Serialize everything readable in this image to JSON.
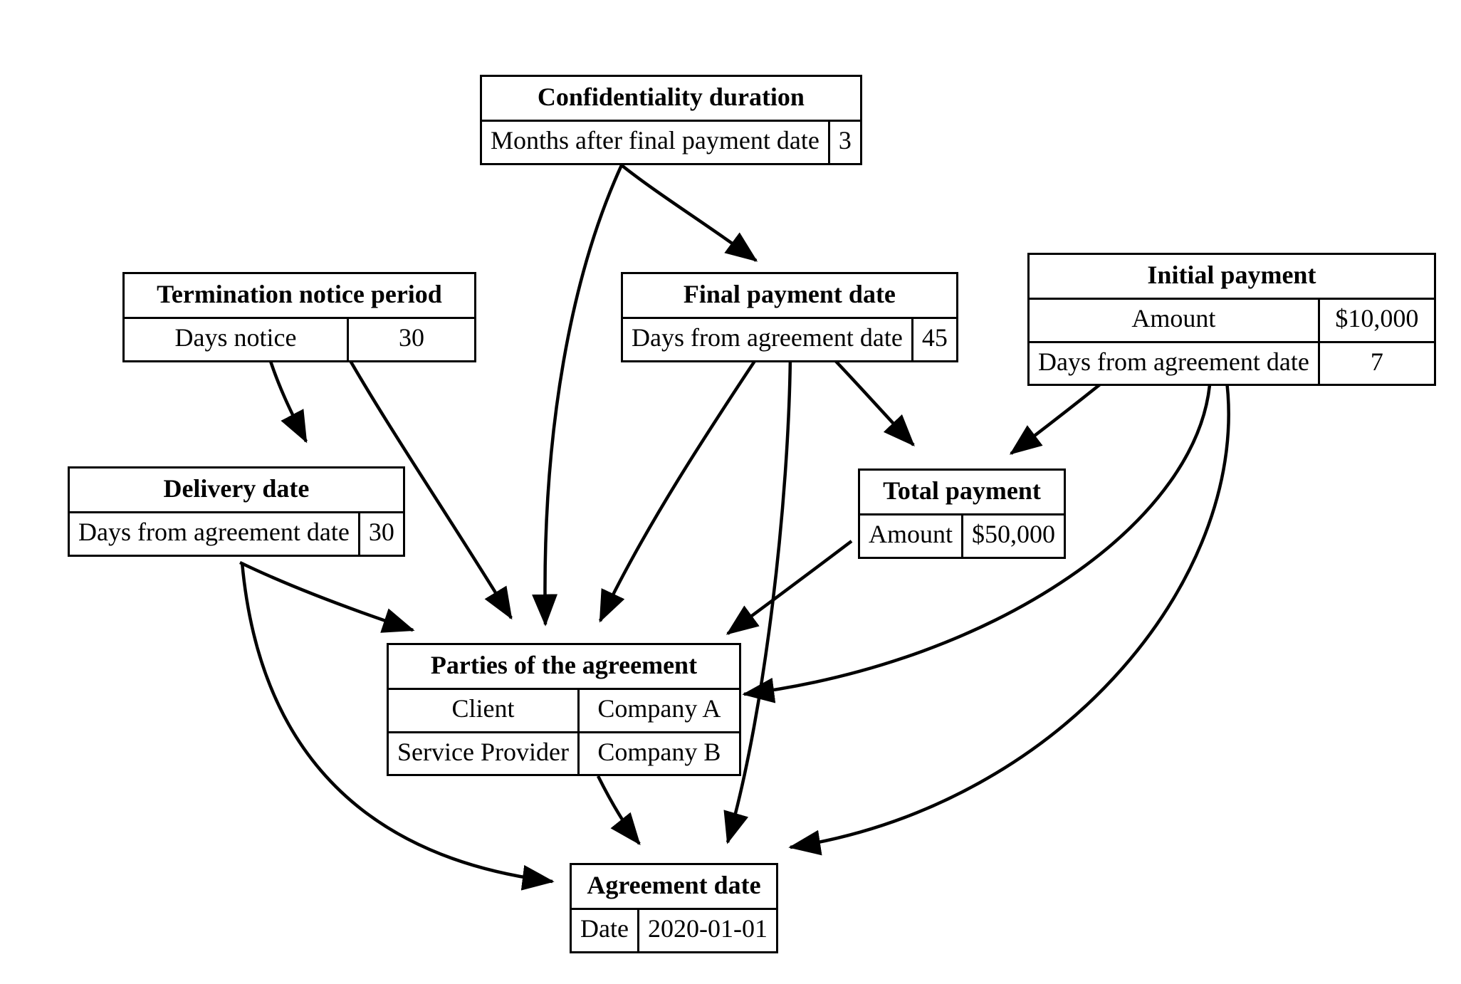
{
  "diagram": {
    "type": "entity-relationship-flow",
    "background": "#ffffff",
    "line_color": "#000000",
    "nodes": [
      {
        "id": "confidentiality_duration",
        "title": "Confidentiality duration",
        "rows": [
          {
            "key": "Months after final payment date",
            "value": "3"
          }
        ]
      },
      {
        "id": "termination_notice_period",
        "title": "Termination notice period",
        "rows": [
          {
            "key": "Days notice",
            "value": "30"
          }
        ]
      },
      {
        "id": "final_payment_date",
        "title": "Final payment date",
        "rows": [
          {
            "key": "Days from agreement date",
            "value": "45"
          }
        ]
      },
      {
        "id": "initial_payment",
        "title": "Initial payment",
        "rows": [
          {
            "key": "Amount",
            "value": "$10,000"
          },
          {
            "key": "Days from agreement date",
            "value": "7"
          }
        ]
      },
      {
        "id": "delivery_date",
        "title": "Delivery date",
        "rows": [
          {
            "key": "Days from agreement date",
            "value": "30"
          }
        ]
      },
      {
        "id": "total_payment",
        "title": "Total payment",
        "rows": [
          {
            "key": "Amount",
            "value": "$50,000"
          }
        ]
      },
      {
        "id": "parties_of_the_agreement",
        "title": "Parties of the agreement",
        "rows": [
          {
            "key": "Client",
            "value": "Company A"
          },
          {
            "key": "Service Provider",
            "value": "Company B"
          }
        ]
      },
      {
        "id": "agreement_date",
        "title": "Agreement date",
        "rows": [
          {
            "key": "Date",
            "value": "2020-01-01"
          }
        ]
      }
    ],
    "edges": [
      {
        "from": "confidentiality_duration",
        "to": "final_payment_date"
      },
      {
        "from": "confidentiality_duration",
        "to": "parties_of_the_agreement"
      },
      {
        "from": "termination_notice_period",
        "to": "delivery_date"
      },
      {
        "from": "termination_notice_period",
        "to": "parties_of_the_agreement"
      },
      {
        "from": "final_payment_date",
        "to": "parties_of_the_agreement"
      },
      {
        "from": "final_payment_date",
        "to": "total_payment"
      },
      {
        "from": "final_payment_date",
        "to": "agreement_date"
      },
      {
        "from": "initial_payment",
        "to": "total_payment"
      },
      {
        "from": "initial_payment",
        "to": "parties_of_the_agreement"
      },
      {
        "from": "initial_payment",
        "to": "agreement_date"
      },
      {
        "from": "delivery_date",
        "to": "parties_of_the_agreement"
      },
      {
        "from": "delivery_date",
        "to": "agreement_date"
      },
      {
        "from": "total_payment",
        "to": "parties_of_the_agreement"
      },
      {
        "from": "parties_of_the_agreement",
        "to": "agreement_date"
      }
    ]
  }
}
